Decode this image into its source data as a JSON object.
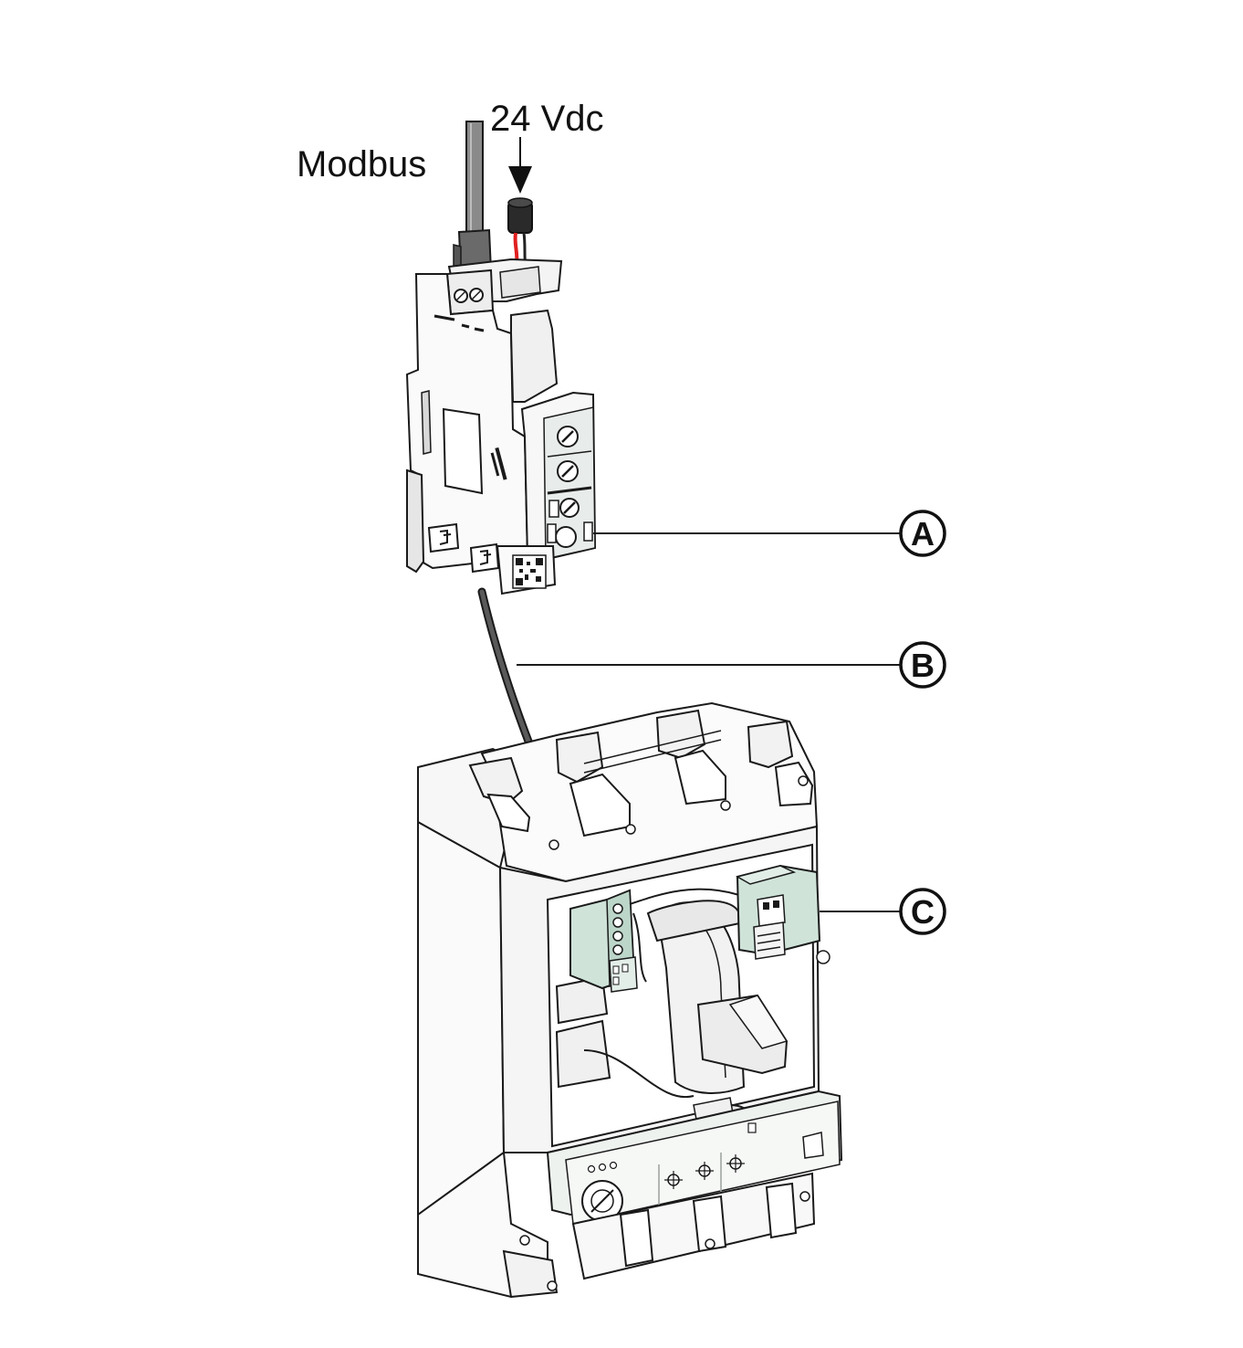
{
  "labels": {
    "modbus": "Modbus",
    "supply": "24 Vdc"
  },
  "callouts": [
    {
      "letter": "A"
    },
    {
      "letter": "B"
    },
    {
      "letter": "C"
    }
  ],
  "colors": {
    "stroke": "#1a1a1a",
    "module_green": "#cfe3d9",
    "body_light": "#fafafa",
    "trip_unit": "#eef2ef",
    "cable": "#555555",
    "wire_red": "#e02020"
  }
}
